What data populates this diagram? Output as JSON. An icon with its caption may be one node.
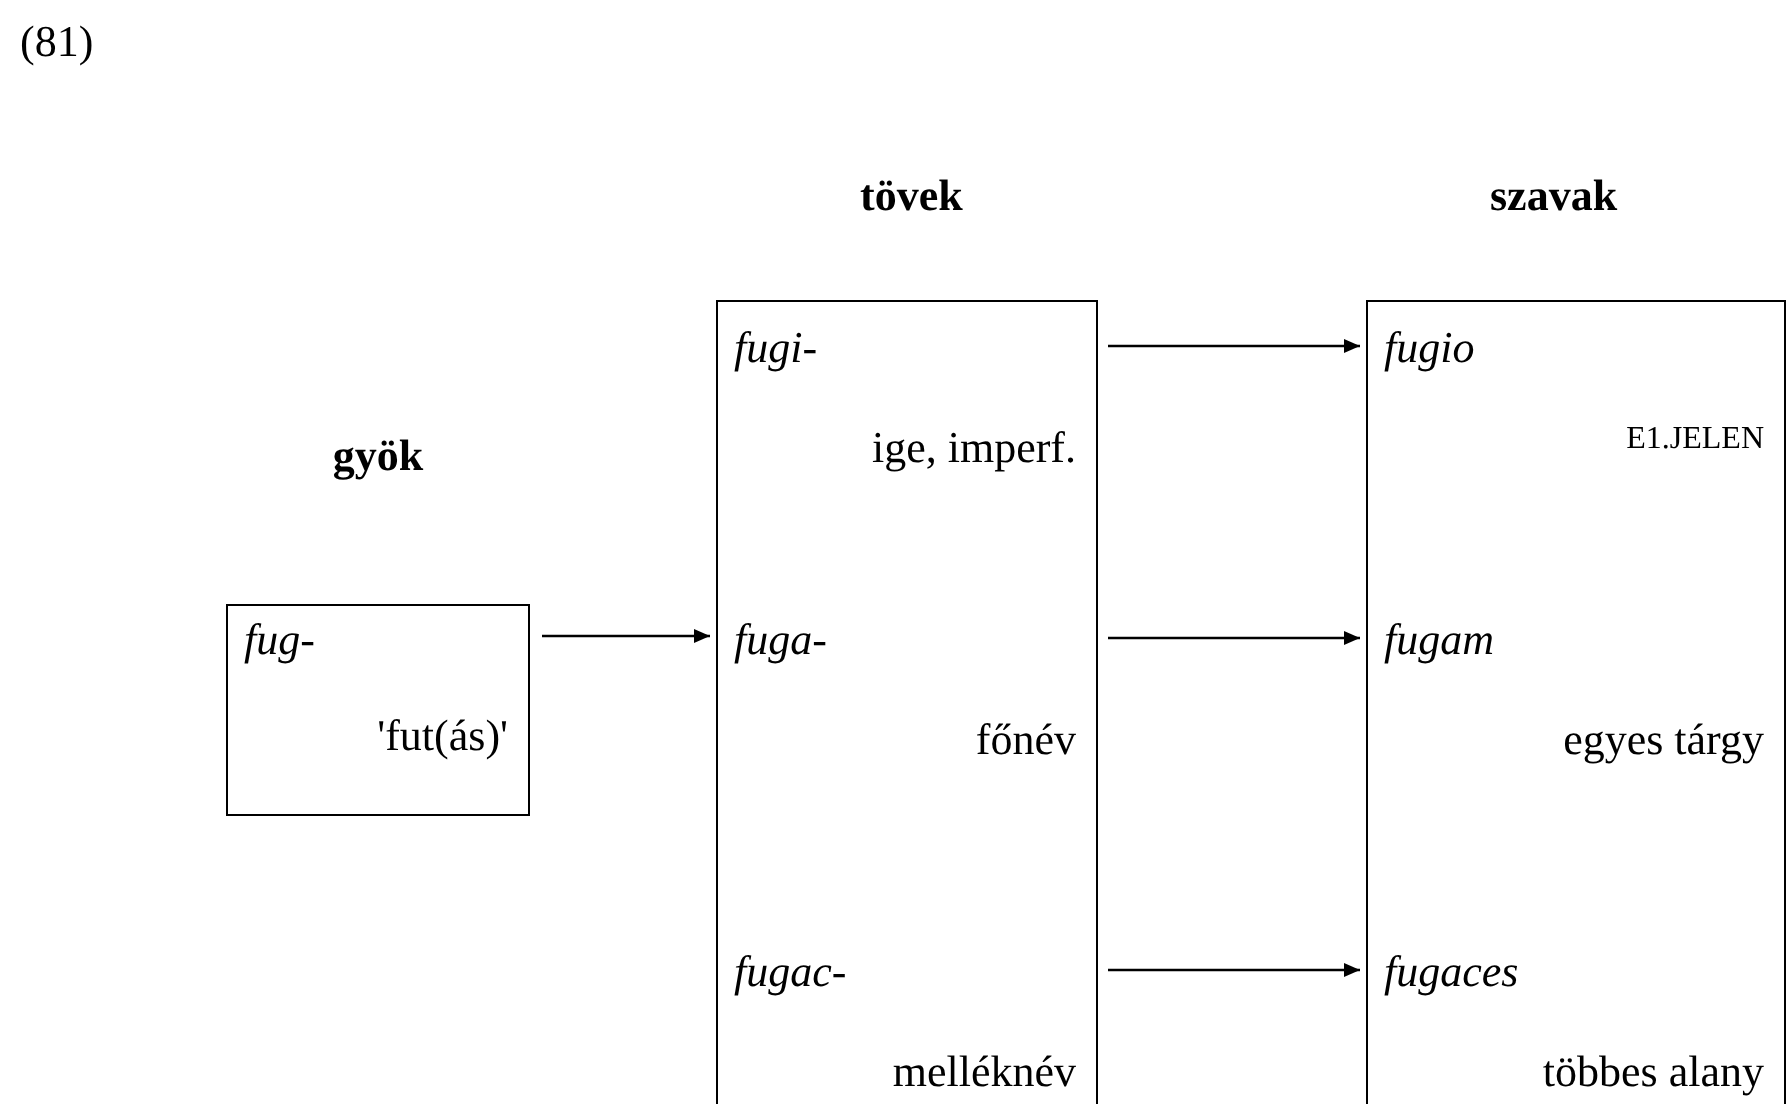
{
  "diagram": {
    "nodes": [
      {
        "text": [
          "*fug*-",
          "'fut(ás)'"
        ]
      },
      {
        "text": [],
        "shape": "box"
      },
      {
        "text": [
          "*fugi*-",
          "ige, imperf."
        ],
        "in": 1
      },
      {
        "text": [
          "*fuga*-",
          "főnév"
        ],
        "in": 1
      },
      {
        "text": [
          "*fugac*-",
          "melléknév"
        ],
        "in": 1
      },
      {
        "text": [],
        "shape": "box"
      },
      {
        "text": [
          "*fugio*",
          "E1.JELEN"
        ],
        "in": 5
      },
      {
        "text": [
          "*fugam*",
          "egyes tárgy"
        ],
        "in": 5
      },
      {
        "text": [
          "*fugaces*",
          "többes alany"
        ],
        "in": 5
      }
    ],
    "edges": [
      {
        "from": 0,
        "to": 3,
        "arrow": "to"
      },
      {
        "from": 2,
        "to": 6,
        "arrow": "to"
      },
      {
        "from": 3,
        "to": 7,
        "arrow": "to"
      },
      {
        "from": 4,
        "to": 8,
        "arrow": "to"
      }
    ],
    "labels": [
      "(81)",
      "gyök",
      "tövek",
      "szavak"
    ]
  }
}
